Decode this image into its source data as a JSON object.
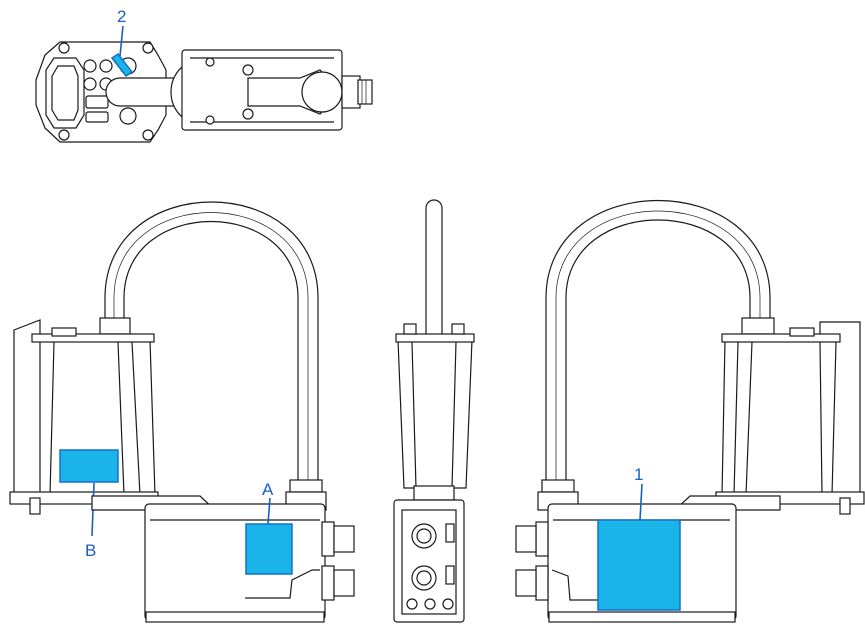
{
  "callouts": {
    "label_2": "2",
    "label_a": "A",
    "label_b": "B",
    "label_1": "1"
  },
  "colors": {
    "highlight_fill": "#1ab4e8",
    "highlight_stroke": "#1570c8",
    "callout_text": "#1a5fc4",
    "line": "#1a1a1a"
  }
}
